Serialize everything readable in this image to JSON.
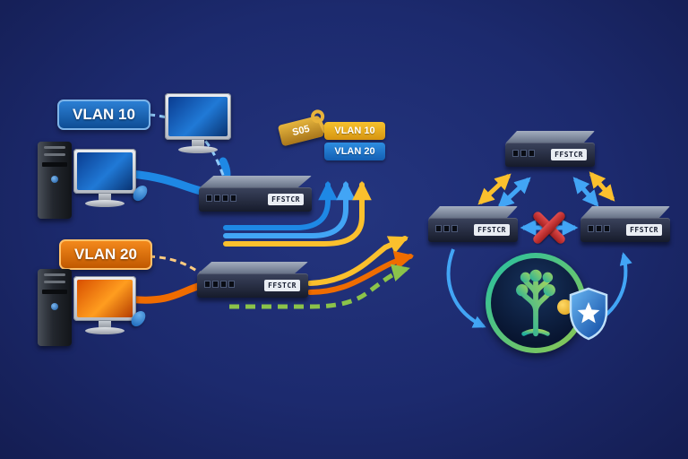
{
  "badges": {
    "vlan10": "VLAN 10",
    "vlan20": "VLAN 20"
  },
  "tags": {
    "vlan10": "VLAN 10",
    "vlan20": "VLAN 20",
    "key": "S05"
  },
  "switches": [
    {
      "label": "FFSTCR"
    },
    {
      "label": "FFSTCR"
    },
    {
      "label": "FFSTCR"
    },
    {
      "label": "FFSTCR"
    },
    {
      "label": "FFSTCR"
    }
  ],
  "colors": {
    "vlan10_blue": "#1e88e5",
    "vlan20_orange": "#ef6c00",
    "trunk_yellow": "#fbc02d",
    "allowed_green": "#8bc34a",
    "blocked_red": "#d32f2f",
    "stp_teal": "#25c0a4"
  },
  "icons": {
    "key": "key-icon",
    "shield": "shield-star-icon",
    "tree": "spanning-tree-icon",
    "blocked": "blocked-x-icon"
  }
}
